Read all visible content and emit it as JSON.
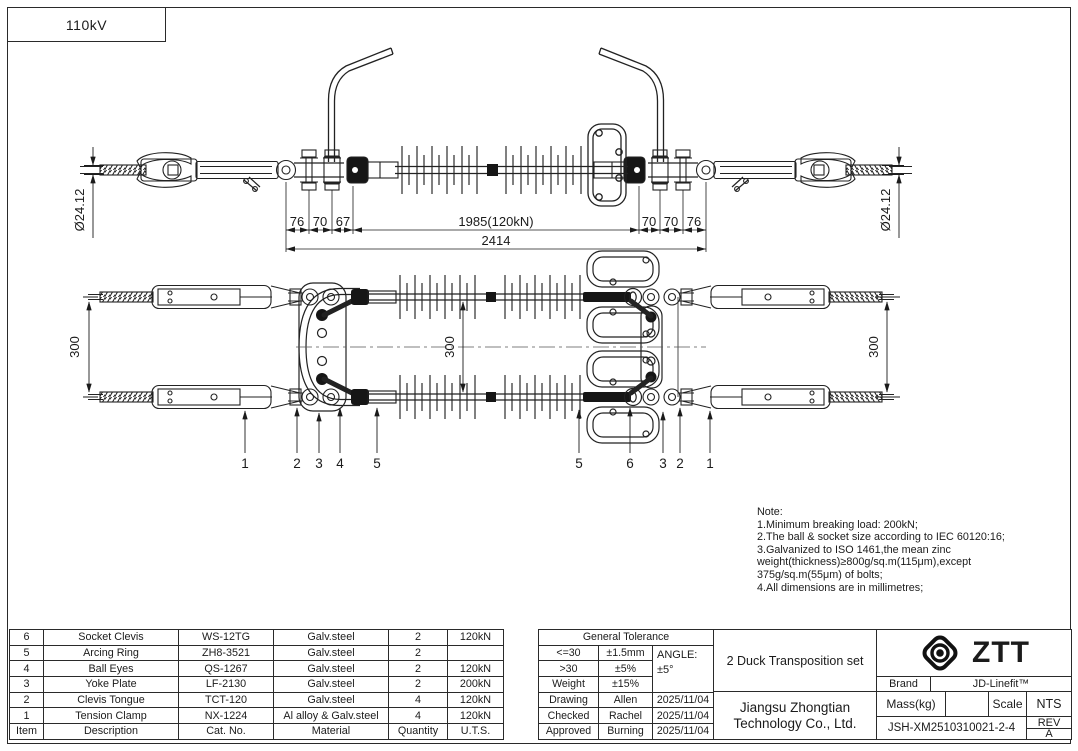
{
  "frame": {
    "voltage": "110kV"
  },
  "top_view": {
    "dia_left": "Ø24.12",
    "dia_right": "Ø24.12",
    "chain": [
      "76",
      "70",
      "67",
      "1985(120kN)",
      "70",
      "70",
      "76"
    ],
    "total": "2414"
  },
  "plan_view": {
    "spacing_left": "300",
    "spacing_mid": "300",
    "spacing_right": "300",
    "balloons_left": [
      "1",
      "2",
      "3",
      "4",
      "5"
    ],
    "balloons_right": [
      "5",
      "6",
      "3",
      "2",
      "1"
    ]
  },
  "note": {
    "lines": [
      "Note:",
      "1.Minimum breaking load: 200kN;",
      "2.The ball & socket size according to IEC 60120:16;",
      "3.Galvanized to ISO 1461,the mean zinc",
      "weight(thickness)≥800g/sq.m(115μm),except",
      "375g/sq.m(55μm) of bolts;",
      "4.All dimensions are in millimetres;"
    ]
  },
  "parts": {
    "header": [
      "Item",
      "Description",
      "Cat. No.",
      "Material",
      "Quantity",
      "U.T.S."
    ],
    "rows": [
      [
        "6",
        "Socket Clevis",
        "WS-12TG",
        "Galv.steel",
        "2",
        "120kN"
      ],
      [
        "5",
        "Arcing Ring",
        "ZH8-3521",
        "Galv.steel",
        "2",
        ""
      ],
      [
        "4",
        "Ball Eyes",
        "QS-1267",
        "Galv.steel",
        "2",
        "120kN"
      ],
      [
        "3",
        "Yoke Plate",
        "LF-2130",
        "Galv.steel",
        "2",
        "200kN"
      ],
      [
        "2",
        "Clevis Tongue",
        "TCT-120",
        "Galv.steel",
        "4",
        "120kN"
      ],
      [
        "1",
        "Tension Clamp",
        "NX-1224",
        "Al alloy & Galv.steel",
        "4",
        "120kN"
      ]
    ]
  },
  "tolerance": {
    "title": "General Tolerance",
    "rows": [
      [
        "<=30",
        "±1.5mm"
      ],
      [
        ">30",
        "±5%"
      ],
      [
        "Weight",
        "±15%"
      ]
    ],
    "angle_label": "ANGLE:",
    "angle_value": "±5°",
    "signoff": [
      [
        "Drawing",
        "Allen",
        "2025/11/04"
      ],
      [
        "Checked",
        "Rachel",
        "2025/11/04"
      ],
      [
        "Approved",
        "Burning",
        "2025/11/04"
      ]
    ]
  },
  "title_block": {
    "product": "2 Duck Transposition set",
    "company_line1": "Jiangsu Zhongtian",
    "company_line2": "Technology Co., Ltd.",
    "logo_text": "ZTT",
    "brand_label": "Brand",
    "brand_value": "JD-Linefit™",
    "mass_label": "Mass(kg)",
    "scale_label": "Scale",
    "scale_value": "NTS",
    "drawing_no": "JSH-XM2510310021-2-4",
    "rev_label": "REV",
    "rev_value": "A"
  }
}
